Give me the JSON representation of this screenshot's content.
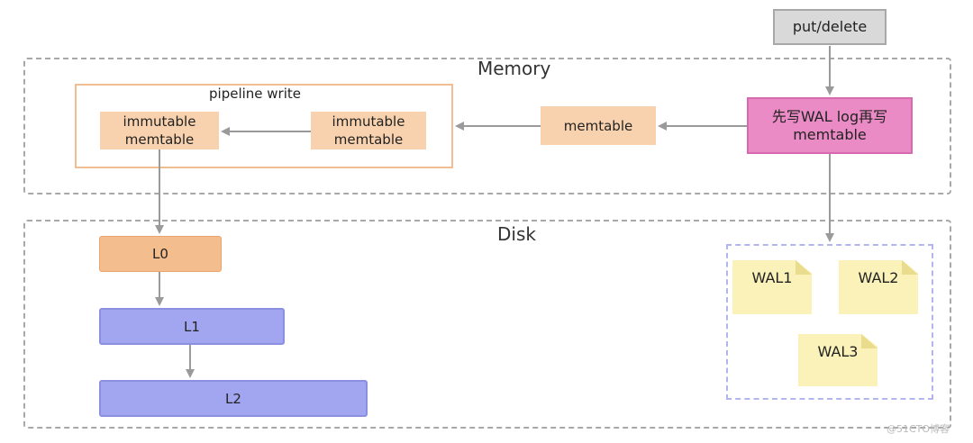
{
  "regions": {
    "memory_title": "Memory",
    "disk_title": "Disk"
  },
  "pipeline": {
    "title": "pipeline write",
    "immutable_left": "immutable\nmemtable",
    "immutable_right": "immutable\nmemtable"
  },
  "memtable_label": "memtable",
  "wal_write_label": "先写WAL log再写\nmemtable",
  "put_delete_label": "put/delete",
  "levels": [
    "L0",
    "L1",
    "L2"
  ],
  "wal_files": [
    "WAL1",
    "WAL2",
    "WAL3"
  ],
  "watermark": "@51CTO博客",
  "colors": {
    "arrow": "#9a9a9a",
    "l0": "#f3bd8d",
    "levels": "#a2a6f0",
    "wal_write": "#ea8bc5",
    "wal_note": "#fbf2ba"
  }
}
